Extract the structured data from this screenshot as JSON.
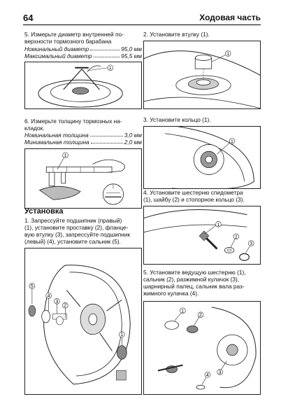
{
  "header": {
    "page_number": "64",
    "section_title": "Ходовая часть"
  },
  "left": {
    "step5": {
      "text_lines": [
        "5. Измерьте диаметр внутренней по-",
        "верхности тормозного барабана"
      ],
      "specs": [
        {
          "label": "Номинальный диаметр",
          "value": "95,0 мм"
        },
        {
          "label": "Максимальный диаметр",
          "value": "95,5 мм"
        }
      ],
      "fig_callout": "1"
    },
    "step6": {
      "text_lines": [
        "6. Измерьте толщину тормозных на-",
        "кладок."
      ],
      "specs": [
        {
          "label": "Номинальная толщина",
          "value": "3,0 мм"
        },
        {
          "label": "Минимальная толщина",
          "value": "2,0 мм"
        }
      ],
      "fig_callout": "1"
    },
    "install": {
      "heading": "Установка",
      "text_lines": [
        "1. Запрессуйте подшипник (правый)",
        "(1), установите проставку (2), фланце-",
        "вую втулку (3), запрессуйте подшипник",
        "(левый) (4), установите сальник (5)."
      ],
      "fig_callouts": [
        "5",
        "4",
        "3",
        "2",
        "1"
      ]
    }
  },
  "right": {
    "step2": {
      "text": "2. Установите втулку (1).",
      "fig_callout": "1"
    },
    "step3": {
      "text": "3. Установите кольцо (1).",
      "fig_callout": "1"
    },
    "step4": {
      "text_lines": [
        "4. Установите шестерню спидометра",
        "(1), шайбу (2) и стопорное кольцо (3)."
      ],
      "fig_callouts": [
        "1",
        "2",
        "3"
      ]
    },
    "step5": {
      "text_lines": [
        "5. Установите ведущую шестерню (1),",
        "сальник (2), разжимной кулачок (3),",
        "шарнирный палец, сальник вала раз-",
        "жимного кулачка (4)."
      ],
      "fig_callouts": [
        "1",
        "2",
        "3",
        "4"
      ]
    }
  }
}
